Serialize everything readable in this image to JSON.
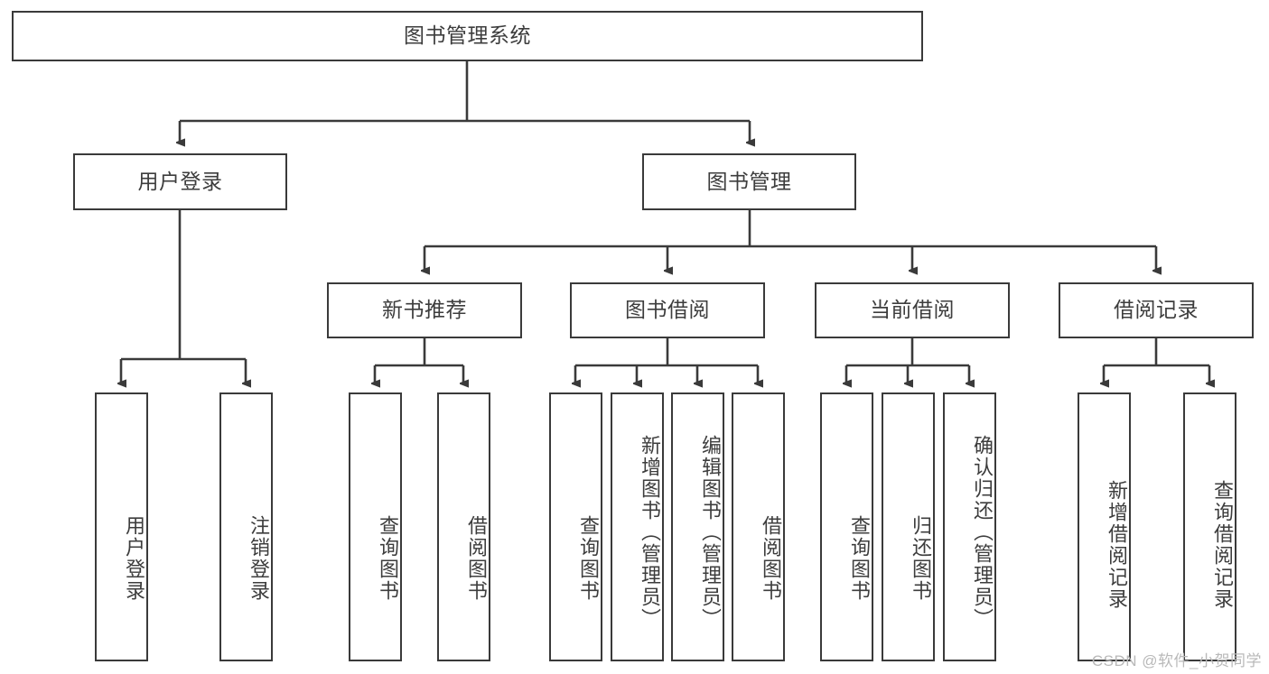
{
  "diagram": {
    "title": "图书管理系统",
    "type": "hierarchy-tree",
    "watermark": "CSDN @软件_小贺同学",
    "colors": {
      "box_border": "#3a3a3a",
      "box_fill": "#ffffff",
      "text": "#3d3d3d",
      "edge": "#3a3a3a",
      "watermark": "#b9b9b9"
    },
    "root": {
      "label": "图书管理系统"
    },
    "level2": [
      {
        "label": "用户登录"
      },
      {
        "label": "图书管理"
      }
    ],
    "level3": [
      {
        "label": "新书推荐"
      },
      {
        "label": "图书借阅"
      },
      {
        "label": "当前借阅"
      },
      {
        "label": "借阅记录"
      }
    ],
    "leaves": {
      "user_login": [
        {
          "label": "用户登录"
        },
        {
          "label": "注销登录"
        }
      ],
      "new_book_recommend": [
        {
          "label": "查询图书"
        },
        {
          "label": "借阅图书"
        }
      ],
      "book_borrow": [
        {
          "label": "查询图书"
        },
        {
          "label": "新增图书（管理员）"
        },
        {
          "label": "编辑图书（管理员）"
        },
        {
          "label": "借阅图书"
        }
      ],
      "current_borrow": [
        {
          "label": "查询图书"
        },
        {
          "label": "归还图书"
        },
        {
          "label": "确认归还（管理员）"
        }
      ],
      "borrow_record": [
        {
          "label": "新增借阅记录"
        },
        {
          "label": "查询借阅记录"
        }
      ]
    }
  }
}
